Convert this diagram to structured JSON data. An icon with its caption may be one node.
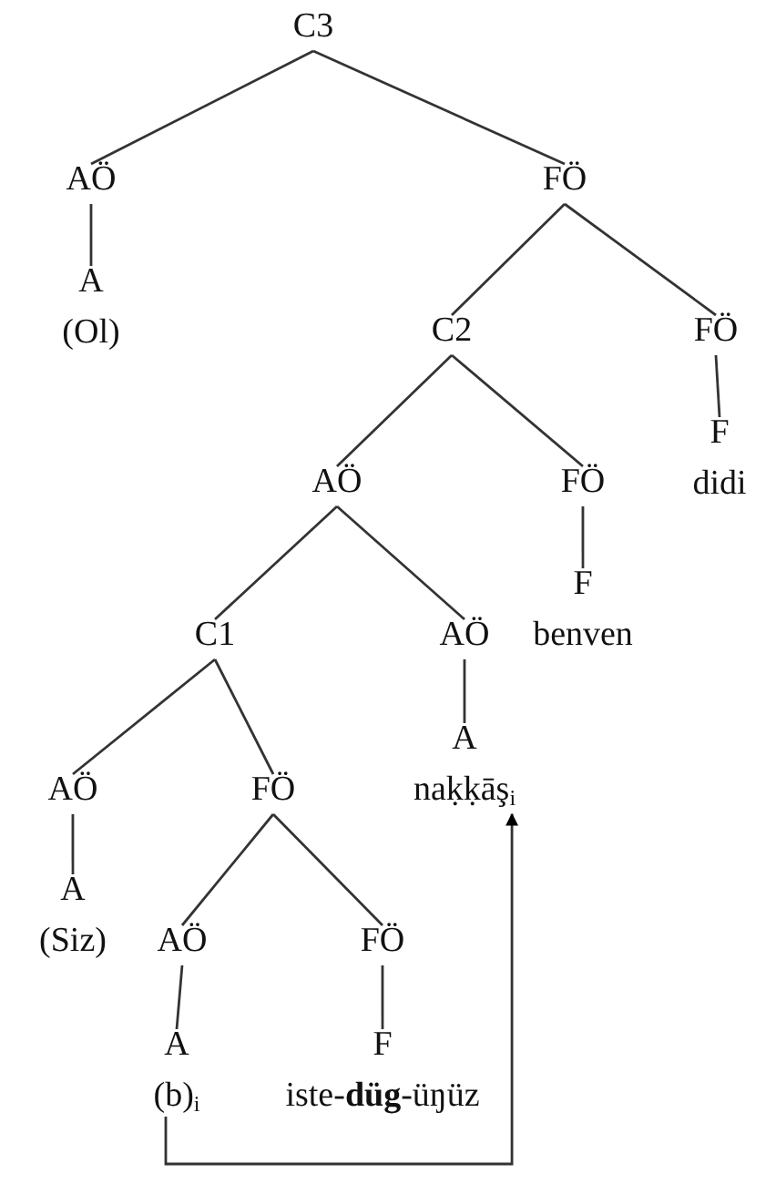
{
  "diagram": {
    "nodes": [
      {
        "text": [
          "C3"
        ]
      },
      {
        "text": [
          "AÖ"
        ]
      },
      {
        "text": [
          "A",
          "(Ol)"
        ]
      },
      {
        "text": [
          "FÖ"
        ]
      },
      {
        "text": [
          "C2"
        ]
      },
      {
        "text": [
          "FÖ"
        ]
      },
      {
        "text": [
          "F",
          "didi"
        ]
      },
      {
        "text": [
          "AÖ"
        ]
      },
      {
        "text": [
          "FÖ"
        ]
      },
      {
        "text": [
          "F",
          "benven"
        ]
      },
      {
        "text": [
          "C1"
        ]
      },
      {
        "text": [
          "AÖ"
        ]
      },
      {
        "text": [
          "A",
          "naḳḳāş$_{i}$"
        ]
      },
      {
        "text": [
          "AÖ"
        ]
      },
      {
        "text": [
          "FÖ"
        ]
      },
      {
        "text": [
          "A",
          "(Siz)"
        ]
      },
      {
        "text": [
          "AÖ"
        ]
      },
      {
        "text": [
          "FÖ"
        ]
      },
      {
        "text": [
          "A",
          "(b)$_{i}$"
        ]
      },
      {
        "text": [
          "F",
          "iste-**düg**-üŋüz"
        ]
      }
    ],
    "edges": [
      {
        "from": 0,
        "to": 1,
        "arrow": "none"
      },
      {
        "from": 0,
        "to": 3,
        "arrow": "none"
      },
      {
        "from": 1,
        "to": 2,
        "arrow": "none"
      },
      {
        "from": 3,
        "to": 4,
        "arrow": "none"
      },
      {
        "from": 3,
        "to": 5,
        "arrow": "none"
      },
      {
        "from": 5,
        "to": 6,
        "arrow": "none"
      },
      {
        "from": 4,
        "to": 7,
        "arrow": "none"
      },
      {
        "from": 4,
        "to": 8,
        "arrow": "none"
      },
      {
        "from": 8,
        "to": 9,
        "arrow": "none"
      },
      {
        "from": 7,
        "to": 10,
        "arrow": "none"
      },
      {
        "from": 7,
        "to": 11,
        "arrow": "none"
      },
      {
        "from": 11,
        "to": 12,
        "arrow": "none"
      },
      {
        "from": 10,
        "to": 13,
        "arrow": "none"
      },
      {
        "from": 10,
        "to": 14,
        "arrow": "none"
      },
      {
        "from": 13,
        "to": 15,
        "arrow": "none"
      },
      {
        "from": 14,
        "to": 16,
        "arrow": "none"
      },
      {
        "from": 14,
        "to": 17,
        "arrow": "none"
      },
      {
        "from": 16,
        "to": 18,
        "arrow": "none"
      },
      {
        "from": 17,
        "to": 19,
        "arrow": "none"
      },
      {
        "from": 18,
        "to": 12,
        "arrow": "to"
      }
    ]
  }
}
